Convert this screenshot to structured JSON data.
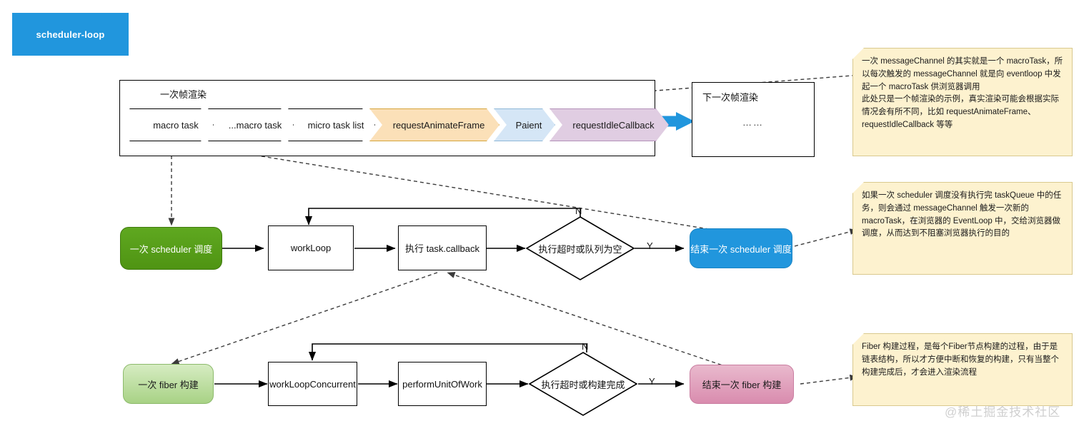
{
  "title_chip": {
    "label": "scheduler-loop"
  },
  "frame": {
    "caption": "一次帧渲染",
    "steps": [
      {
        "label": "macro task",
        "fill": "#ffffff",
        "stroke": "#000000"
      },
      {
        "label": "...macro task",
        "fill": "#ffffff",
        "stroke": "#000000"
      },
      {
        "label": "micro task list",
        "fill": "#ffffff",
        "stroke": "#000000"
      },
      {
        "label": "requestAnimateFrame",
        "fill": "#fbe0b8",
        "stroke": "#d6a53c"
      },
      {
        "label": "Paient",
        "fill": "#d5e6f6",
        "stroke": "#8fb8d8"
      },
      {
        "label": "requestIdleCallback",
        "fill": "#e0cde2",
        "stroke": "#b391b8"
      }
    ]
  },
  "next_frame": {
    "title": "下一次帧渲染",
    "dots": "……"
  },
  "scheduler_row": {
    "start": {
      "label": "一次 scheduler 调度"
    },
    "step1": {
      "label": "workLoop"
    },
    "step2": {
      "label": "执行 task.callback"
    },
    "decision": {
      "label": "执行超时或队列为空"
    },
    "end": {
      "label": "结束一次 scheduler  调度"
    },
    "branch_no": "N",
    "branch_yes": "Y"
  },
  "fiber_row": {
    "start": {
      "label": "一次 fiber 构建"
    },
    "step1": {
      "label": "workLoopConcurrent"
    },
    "step2": {
      "label": "performUnitOfWork"
    },
    "decision": {
      "label": "执行超时或构建完成"
    },
    "end": {
      "label": "结束一次 fiber 构建"
    },
    "branch_no": "N",
    "branch_yes": "Y"
  },
  "notes": [
    {
      "text": "一次 messageChannel 的其实就是一个 macroTask，所以每次触发的 messageChannel 就是向 eventloop 中发起一个 macroTask 供浏览器调用\n此处只是一个帧渲染的示例，真实渲染可能会根据实际情况会有所不同，比如 requestAnimateFrame、requestIdleCallback 等等"
    },
    {
      "text": "如果一次 scheduler 调度没有执行完 taskQueue 中的任务，则会通过 messageChannel 触发一次新的 macroTask，在浏览器的 EventLoop 中，交给浏览器做调度，从而达到不阻塞浏览器执行的目的"
    },
    {
      "text": "Fiber 构建过程，是每个Fiber节点构建的过程，由于是链表结构，所以才方便中断和恢复的构建，只有当整个构建完成后，才会进入渲染流程"
    }
  ],
  "watermark": {
    "label": "@稀土掘金技术社区"
  },
  "colors": {
    "accent_blue": "#2196dd",
    "green": "#4f9413",
    "light_green": "#a8d285",
    "pink": "#d98cae",
    "note_bg": "#fdf2cf",
    "note_border": "#d9c98e"
  }
}
